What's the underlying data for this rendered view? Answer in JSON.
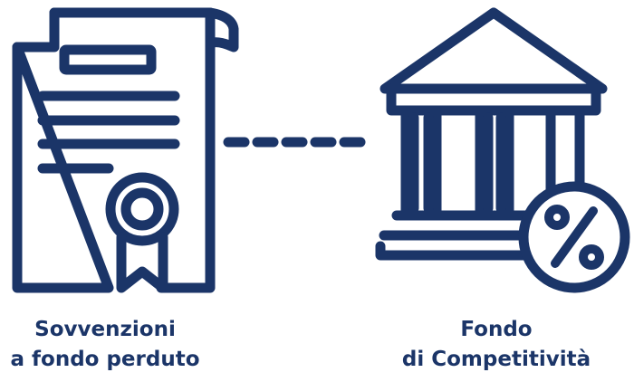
{
  "colors": {
    "icon_stroke": "#1b3568",
    "text": "#1b3568",
    "background": "#ffffff"
  },
  "left_item": {
    "icon": "certificate-document-icon",
    "caption_line1": "Sovvenzioni",
    "caption_line2": "a fondo perduto"
  },
  "connector": {
    "icon": "dashed-line-connector"
  },
  "right_item": {
    "icon": "bank-building-percent-icon",
    "caption_line1": "Fondo",
    "caption_line2": "di Competitività"
  }
}
